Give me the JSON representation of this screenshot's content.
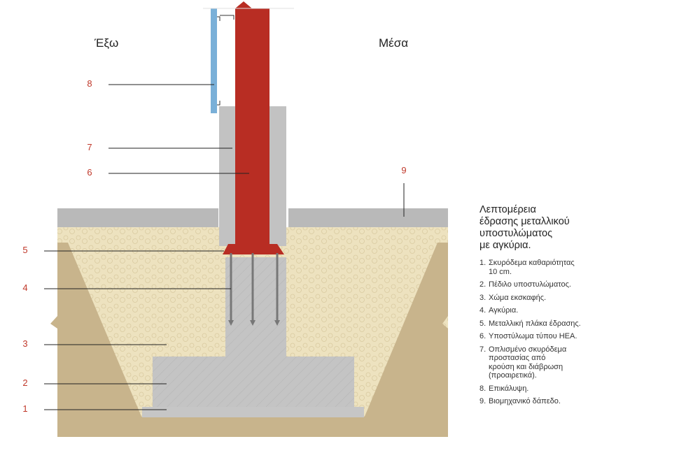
{
  "labels": {
    "outside": "Έξω",
    "inside": "Μέσα"
  },
  "callouts": [
    "1",
    "2",
    "3",
    "4",
    "5",
    "6",
    "7",
    "8",
    "9"
  ],
  "legend": {
    "title": "Λεπτομέρεια\nέδρασης μεταλλικού\nυποστυλώματος\nμε αγκύρια.",
    "items": [
      {
        "num": "1.",
        "text": "Σκυρόδεμα καθαριότητας\n10 cm."
      },
      {
        "num": "2.",
        "text": "Πέδιλο υποστυλώματος."
      },
      {
        "num": "3.",
        "text": "Χώμα εκσκαφής."
      },
      {
        "num": "4.",
        "text": "Αγκύρια."
      },
      {
        "num": "5.",
        "text": "Μεταλλική πλάκα έδρασης."
      },
      {
        "num": "6.",
        "text": "Υποστύλωμα τύπου HEA."
      },
      {
        "num": "7.",
        "text": "Οπλισμένο σκυρόδεμα\nπροστασίας από\nκρούση και διάβρωση\n(προαιρετικά)."
      },
      {
        "num": "8.",
        "text": "Επικάλυψη."
      },
      {
        "num": "9.",
        "text": "Βιομηχανικό δάπεδο."
      }
    ]
  },
  "colors": {
    "soil": "#c8b48c",
    "fill": "#ede2bf",
    "concrete": "#c4c4c4",
    "floor": "#b9b9b9",
    "steel": "#b82d23",
    "cladding": "#7ab0d8",
    "anchor": "#777777",
    "callout_number": "#c0392b"
  }
}
